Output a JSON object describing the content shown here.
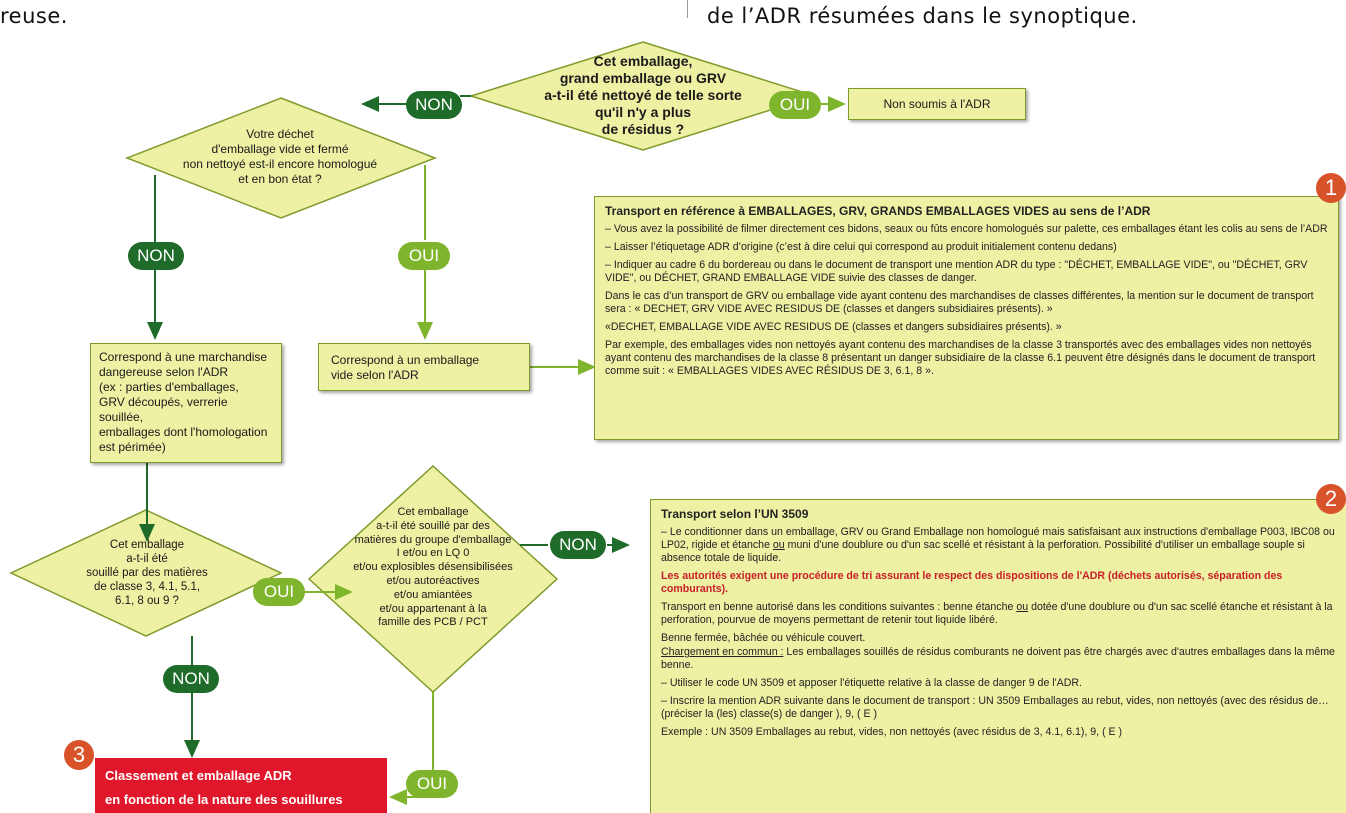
{
  "top_text": {
    "left": "reuse.",
    "right": "de l’ADR résumées dans le synoptique."
  },
  "diamonds": {
    "main": [
      "Cet emballage,",
      "grand emballage ou GRV",
      "a-t-il été nettoyé de telle sorte",
      "qu'il n'y a plus",
      "de résidus ?"
    ],
    "homologue": [
      "Votre déchet",
      "d'emballage vide et fermé",
      "non nettoyé est-il encore homologué",
      "et en bon état ?"
    ],
    "classe3": [
      "Cet emballage",
      "a-t-il été",
      "souillé par des matières",
      "de classe 3, 4.1, 5.1,",
      "6.1, 8 ou 9 ?"
    ],
    "groupe": [
      "Cet emballage",
      "a-t-il été souillé par des",
      "matières du groupe d'emballage",
      "I et/ou en LQ 0",
      "et/ou explosibles désensibilisées",
      "et/ou autoréactives",
      "et/ou amiantées",
      "et/ou appartenant à la",
      "famille des PCB / PCT"
    ]
  },
  "labels": {
    "non": "NON",
    "oui": "OUI"
  },
  "boxes": {
    "non_soumis": "Non soumis à l'ADR",
    "marchandise": [
      "Correspond à une marchandise",
      "dangereuse selon l'ADR",
      "(ex : parties d'emballages,",
      "GRV découpés, verrerie souillée,",
      "emballages dont l'homologation",
      "est périmée)"
    ],
    "emballage_vide": [
      "Correspond à un emballage",
      "vide selon l'ADR"
    ]
  },
  "badges": {
    "one": "1",
    "two": "2",
    "three": "3"
  },
  "box1": {
    "title": "Transport en référence à EMBALLAGES, GRV, GRANDS EMBALLAGES VIDES au sens de l’ADR",
    "p1": "– Vous avez la possibilité de filmer directement ces bidons, seaux ou fûts encore homologués sur palette, ces emballages étant les colis au sens de l’ADR",
    "p2": "– Laisser l’étiquetage ADR d’origine (c’est à dire celui qui correspond au produit initialement contenu dedans)",
    "p3": "– Indiquer au cadre 6 du bordereau ou dans le document de transport une mention ADR du type : \"DÉCHET, EMBALLAGE VIDE\", ou \"DÉCHET, GRV VIDE\", ou DÉCHET, GRAND EMBALLAGE VIDE suivie des classes de danger.",
    "p4": "Dans le cas d’un transport de GRV ou emballage vide ayant contenu des marchandises de classes différentes, la mention sur le document de transport sera : « DECHET, GRV VIDE AVEC RESIDUS DE (classes et dangers subsidiaires présents). »",
    "p5": "«DECHET, EMBALLAGE VIDE AVEC RESIDUS DE (classes et dangers subsidiaires présents). »",
    "p6": "Par exemple, des emballages vides non nettoyés ayant contenu des marchandises de la classe 3 transportés avec des emballages vides non nettoyés ayant contenu des marchandises de la classe 8 présentant un danger subsidiaire de la classe 6.1 peuvent être désignés dans le document de transport comme suit : « EMBALLAGES VIDES AVEC RÉSIDUS DE 3, 6.1, 8 »."
  },
  "box2": {
    "title": "Transport selon l’UN 3509",
    "p1a": "– Le conditionner dans un emballage, GRV ou Grand Emballage non homologué mais satisfaisant aux instructions d'emballage P003, IBC08 ou LP02, rigide et étanche ",
    "p1u": "ou",
    "p1b": " muni d'une doublure ou d'un sac scellé et résistant à la perforation. Possibilité d'utiliser un emballage souple si absence totale de liquide.",
    "red": "Les autorités exigent une procédure de tri assurant le respect des dispositions de l'ADR (déchets autorisés, séparation des comburants).",
    "p2a": "Transport en benne autorisé dans les conditions suivantes : benne étanche ",
    "p2u": "ou",
    "p2b": " dotée d'une doublure ou d'un sac scellé étanche et résistant à la perforation, pourvue de moyens permettant de retenir tout liquide libéré.",
    "p3": "Benne fermée, bâchée ou véhicule couvert.",
    "p4u": "Chargement en commun :",
    "p4b": " Les emballages souillés de résidus comburants ne doivent pas être chargés avec d'autres emballages dans la même benne.",
    "p5": "– Utiliser le code UN 3509 et apposer l'étiquette relative à la classe de danger 9 de l'ADR.",
    "p6": "– Inscrire la mention ADR suivante dans le document de transport : UN 3509 Emballages au rebut, vides, non nettoyés (avec des résidus de… (préciser la (les) classe(s) de danger ), 9, ( E )",
    "p7": "Exemple : UN 3509 Emballages au rebut, vides, non nettoyés (avec résidus de 3, 4.1, 6.1), 9, ( E )"
  },
  "box3": {
    "line1": "Classement et emballage ADR",
    "line2": "en fonction de la nature des souillures"
  },
  "colors": {
    "diamond_fill": "#eef0a4",
    "diamond_stroke": "#7f9a2a",
    "connector": "#7fb52c",
    "connector_dark": "#1e6b2a",
    "non_pill": "#1e6b2a",
    "oui_pill": "#7fb52c",
    "badge": "#d8532a",
    "red_box": "#e0172a",
    "red_text": "#c8202a"
  }
}
